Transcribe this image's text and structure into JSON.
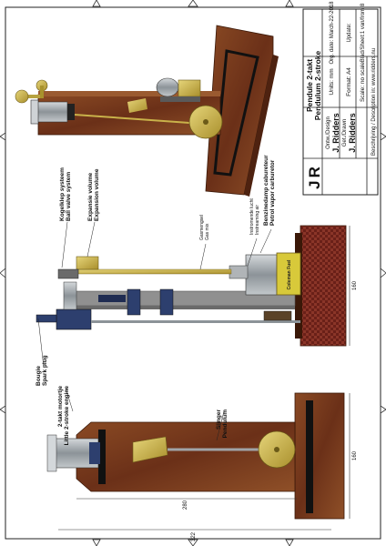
{
  "title_block": {
    "logo": "JR",
    "title_nl": "Pendule 2-takt",
    "title_en": "Pendulum 2-stroke",
    "design_label": "Ontw./Design",
    "design_value": "J. Ridders",
    "drawn_label": "Get./Drawn",
    "drawn_value": "J. Ridders",
    "units": "Units: mm",
    "format": "Format: A4",
    "scale": "Scale: no scale",
    "org_date": "Org. date: March-22-2018",
    "update": "Update:",
    "sheet": "Blad/Sheet:1 van/from 8",
    "description": "Beschrijving / Description in: www.ridders.nu"
  },
  "labels": {
    "ball_valve_nl": "Kogelklep systeem",
    "ball_valve_en": "Ball valve system",
    "expansion_nl": "Expansie volume",
    "expansion_en": "Expansion volume",
    "gas_mix_nl": "Gasmengsel",
    "gas_mix_en": "Gas mix",
    "inlet_air_nl": "Instromende lucht",
    "inlet_air_en": "Instreaming air",
    "carb_nl": "Benzinedamp cabureteur",
    "carb_en": "Petrol vapor carburetor",
    "spark_nl": "Bougie",
    "spark_en": "Spark plug",
    "engine_nl": "2-takt motortje",
    "engine_en": "Little 2-stroke engine",
    "pendulum_nl": "Slinger",
    "pendulum_en": "Pendulum",
    "fuel_can": "Coleman Fuel"
  },
  "dimensions": {
    "height_total": "322",
    "height_upper": "280",
    "width_front": "160",
    "width_side": "160"
  },
  "colors": {
    "wood": "#7a3b1c",
    "wood_dark": "#4e2210",
    "brass": "#c9b24a",
    "steel": "#8f969c",
    "blue": "#2d3f6e",
    "fuel": "#d8c93a"
  }
}
